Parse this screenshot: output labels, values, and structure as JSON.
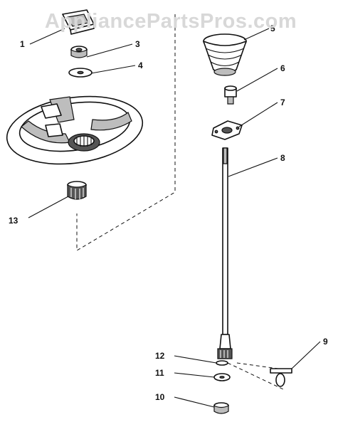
{
  "watermark": "AppliancePartsPros.com",
  "callouts": [
    {
      "id": "part-1",
      "label": "1"
    },
    {
      "id": "part-3",
      "label": "3"
    },
    {
      "id": "part-4",
      "label": "4"
    },
    {
      "id": "part-5",
      "label": "5"
    },
    {
      "id": "part-6",
      "label": "6"
    },
    {
      "id": "part-7",
      "label": "7"
    },
    {
      "id": "part-8",
      "label": "8"
    },
    {
      "id": "part-9",
      "label": "9"
    },
    {
      "id": "part-10",
      "label": "10"
    },
    {
      "id": "part-11",
      "label": "11"
    },
    {
      "id": "part-12",
      "label": "12"
    },
    {
      "id": "part-13",
      "label": "13"
    }
  ]
}
